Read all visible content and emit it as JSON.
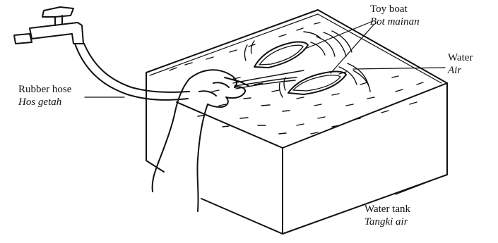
{
  "labels": {
    "toy_boat": {
      "en": "Toy boat",
      "ms": "Bot mainan"
    },
    "water": {
      "en": "Water",
      "ms": "Air"
    },
    "rubber_hose": {
      "en": "Rubber hose",
      "ms": "Hos getah"
    },
    "water_tank": {
      "en": "Water tank",
      "ms": "Tangki air"
    }
  }
}
